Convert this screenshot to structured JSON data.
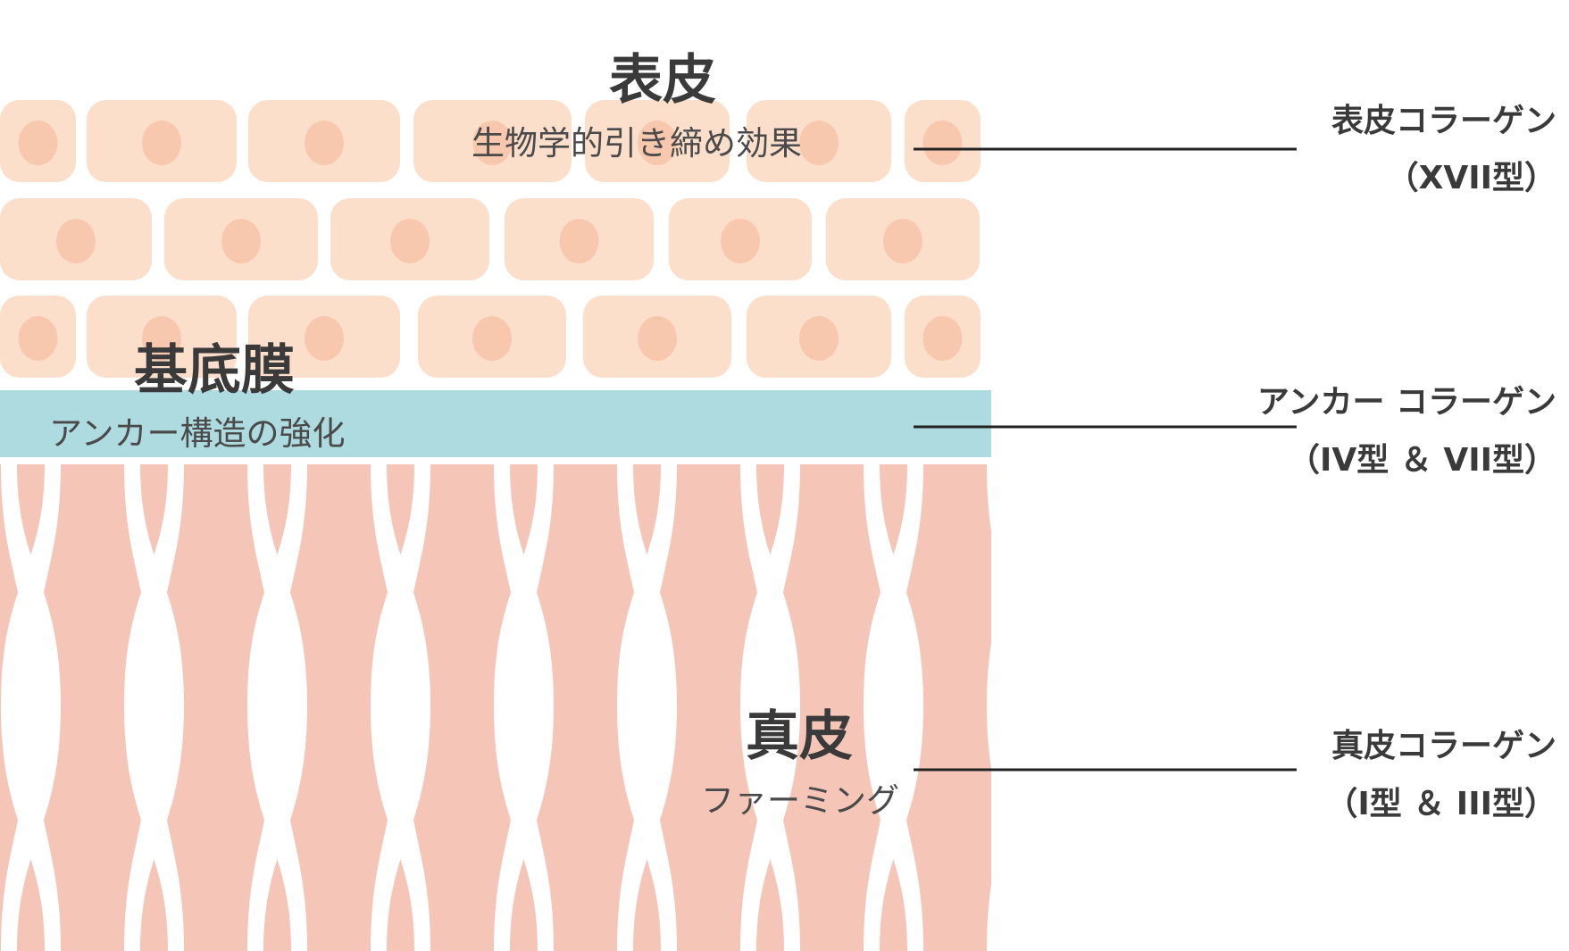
{
  "colors": {
    "background": "#ffffff",
    "epidermis_cell": "#fbdfcb",
    "epidermis_nucleus": "#f8c8ae",
    "basement_membrane": "#aedbe0",
    "dermis": "#f5c5b7",
    "text": "#3a3a3a",
    "leader_line": "#222222"
  },
  "layers": {
    "epidermis": {
      "title": "表皮",
      "subtitle": "生物学的引き締め効果",
      "collagen_label": "表皮コラーゲン",
      "collagen_type": "（XVII型）"
    },
    "basement_membrane": {
      "title": "基底膜",
      "subtitle": "アンカー構造の強化",
      "collagen_label": "アンカー コラーゲン",
      "collagen_type": "（IV型 ＆ VII型）"
    },
    "dermis": {
      "title": "真皮",
      "subtitle": "ファーミング",
      "collagen_label": "真皮コラーゲン",
      "collagen_type": "（I型 ＆ III型）"
    }
  }
}
